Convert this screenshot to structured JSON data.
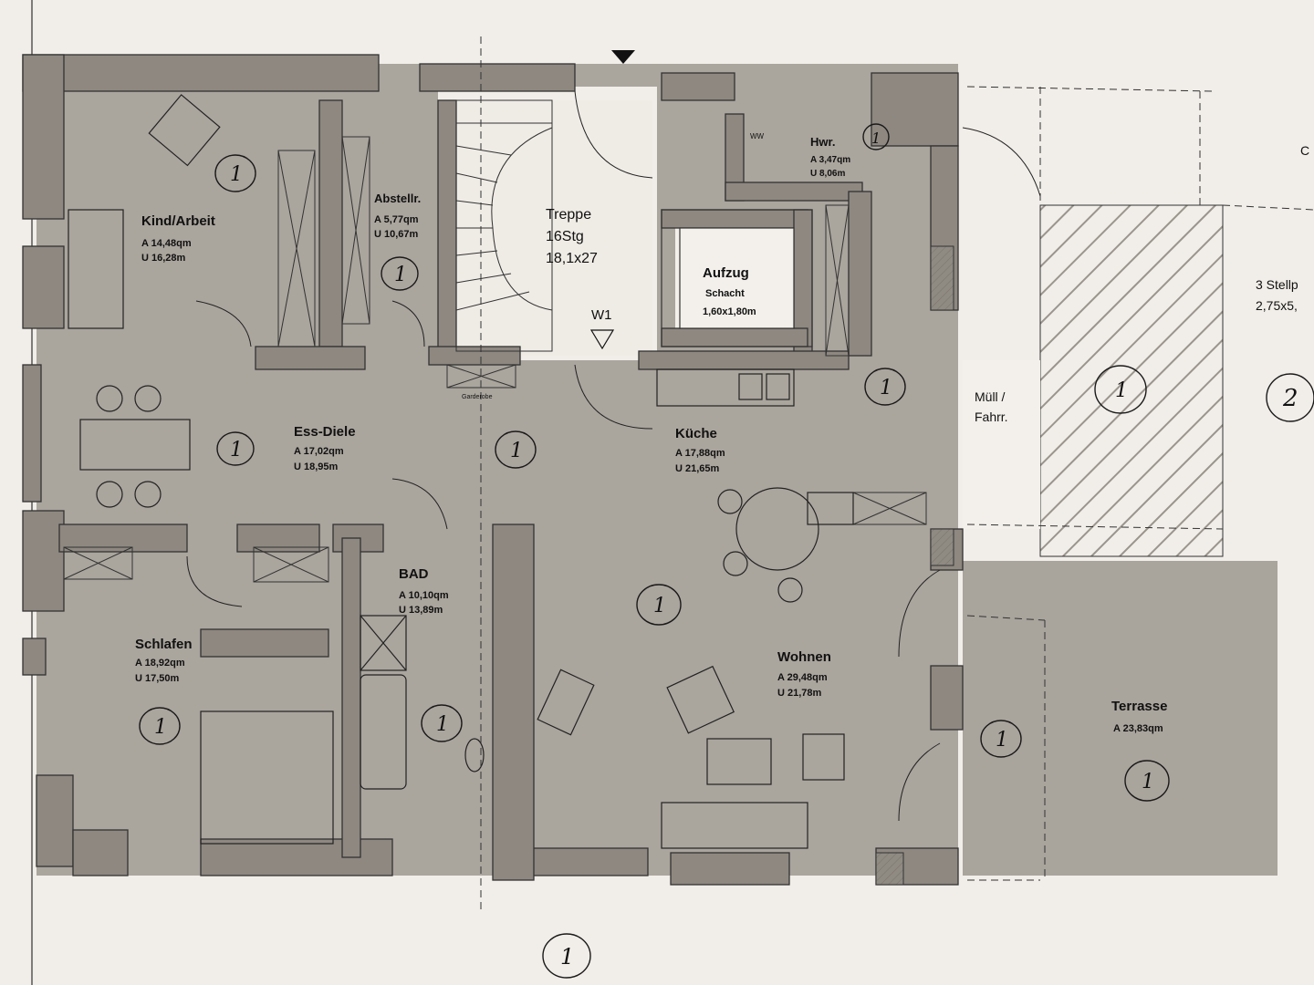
{
  "rooms": {
    "kind": {
      "name": "Kind/Arbeit",
      "area": "A 14,48qm",
      "perimeter": "U 16,28m"
    },
    "abstell": {
      "name": "Abstellr.",
      "area": "A 5,77qm",
      "perimeter": "U 10,67m"
    },
    "treppe": {
      "name": "Treppe",
      "steps": "16Stg",
      "size": "18,1x27"
    },
    "aufzug": {
      "name": "Aufzug",
      "sub": "Schacht",
      "size": "1,60x1,80m"
    },
    "hwr": {
      "name": "Hwr.",
      "area": "A 3,47qm",
      "perimeter": "U 8,06m"
    },
    "essdiele": {
      "name": "Ess-Diele",
      "area": "A 17,02qm",
      "perimeter": "U 18,95m"
    },
    "kueche": {
      "name": "Küche",
      "area": "A 17,88qm",
      "perimeter": "U 21,65m"
    },
    "bad": {
      "name": "BAD",
      "area": "A 10,10qm",
      "perimeter": "U 13,89m"
    },
    "schlafen": {
      "name": "Schlafen",
      "area": "A 18,92qm",
      "perimeter": "U 17,50m"
    },
    "wohnen": {
      "name": "Wohnen",
      "area": "A 29,48qm",
      "perimeter": "U 21,78m"
    },
    "terrasse": {
      "name": "Terrasse",
      "area": "A 23,83qm"
    },
    "muell": {
      "name": "Müll /",
      "name2": "Fahrr."
    },
    "stellplatz": {
      "name": "3 Stellp",
      "size": "2,75x5,"
    }
  },
  "labels": {
    "w1": "W1",
    "garderobe": "Garderobe",
    "corner_c": "C",
    "ww": "WW",
    "marker_1": "1",
    "marker_2": "2"
  },
  "colors": {
    "floor": "#a9a49c",
    "wall": "#8e8880",
    "paper": "#f1ede8",
    "ink": "#1a1a1a"
  }
}
